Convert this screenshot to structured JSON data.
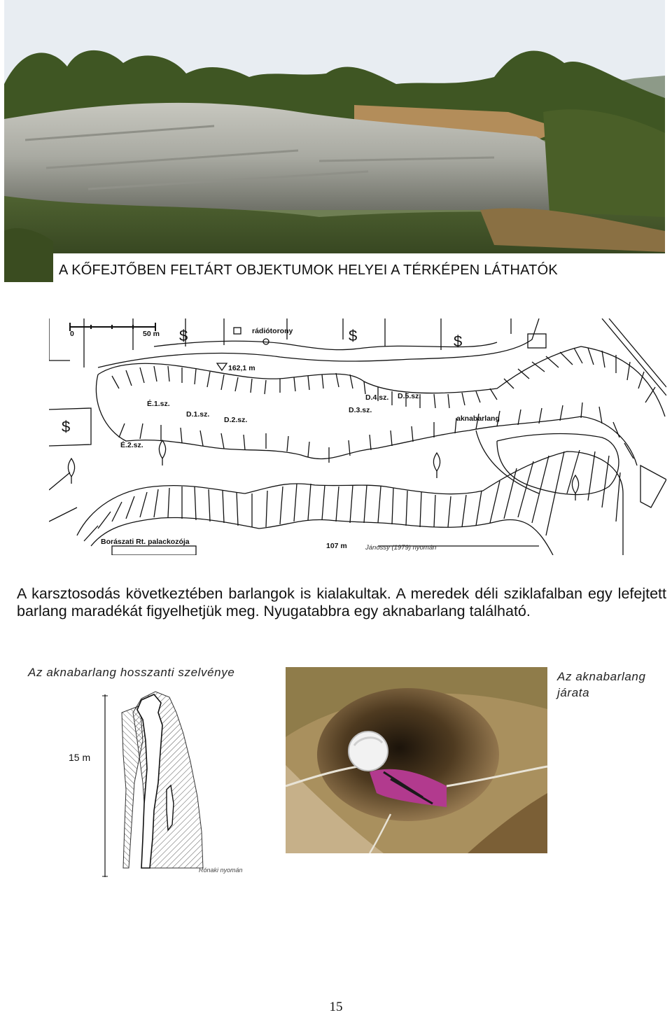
{
  "photo": {
    "caption": "A KŐFEJTŐBEN FELTÁRT OBJEKTUMOK HELYEI A TÉRKÉPEN LÁTHATÓK"
  },
  "map": {
    "scale_start": "0",
    "scale_end": "50 m",
    "radio_tower": "rádiótorony",
    "elevation_top": "162,1 m",
    "elevation_bottom": "107 m",
    "labels": [
      "É.1.sz.",
      "D.1.sz.",
      "D.2.sz.",
      "D.3.sz.",
      "D.4.sz.",
      "D.5.sz.",
      "É.2.sz."
    ],
    "shaft_cave": "aknabarlang",
    "bottling_plant": "Borászati Rt. palackozója",
    "source": "Jánossy (1979) nyomán"
  },
  "paragraph": "A karsztosodás következtében barlangok is kialakultak. A meredek déli sziklafalban egy lefejtett barlang maradékát figyelhetjük meg. Nyugatabbra egy aknabarlang található.",
  "section": {
    "title": "Az aknabarlang hosszanti szelvénye",
    "depth": "15 m",
    "source": "Rónaki nyomán"
  },
  "cave_photo": {
    "caption_line1": "Az aknabarlang",
    "caption_line2": "járata"
  },
  "page_number": "15"
}
